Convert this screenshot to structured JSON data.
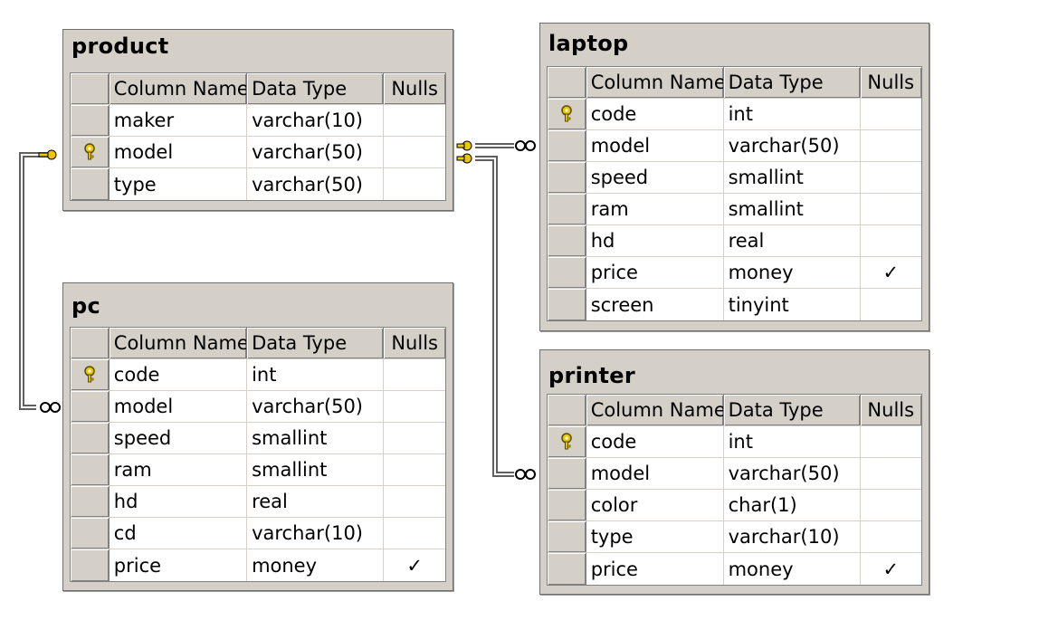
{
  "columns": {
    "name": "Column Name",
    "type": "Data Type",
    "nulls": "Nulls"
  },
  "tables": {
    "product": {
      "title": "product",
      "rows": [
        {
          "name": "maker",
          "type": "varchar(10)",
          "nulls": ""
        },
        {
          "name": "model",
          "type": "varchar(50)",
          "nulls": "",
          "key": true
        },
        {
          "name": "type",
          "type": "varchar(50)",
          "nulls": ""
        }
      ]
    },
    "pc": {
      "title": "pc",
      "rows": [
        {
          "name": "code",
          "type": "int",
          "nulls": "",
          "key": true
        },
        {
          "name": "model",
          "type": "varchar(50)",
          "nulls": ""
        },
        {
          "name": "speed",
          "type": "smallint",
          "nulls": ""
        },
        {
          "name": "ram",
          "type": "smallint",
          "nulls": ""
        },
        {
          "name": "hd",
          "type": "real",
          "nulls": ""
        },
        {
          "name": "cd",
          "type": "varchar(10)",
          "nulls": ""
        },
        {
          "name": "price",
          "type": "money",
          "nulls": "✓"
        }
      ]
    },
    "laptop": {
      "title": "laptop",
      "rows": [
        {
          "name": "code",
          "type": "int",
          "nulls": "",
          "key": true
        },
        {
          "name": "model",
          "type": "varchar(50)",
          "nulls": ""
        },
        {
          "name": "speed",
          "type": "smallint",
          "nulls": ""
        },
        {
          "name": "ram",
          "type": "smallint",
          "nulls": ""
        },
        {
          "name": "hd",
          "type": "real",
          "nulls": ""
        },
        {
          "name": "price",
          "type": "money",
          "nulls": "✓"
        },
        {
          "name": "screen",
          "type": "tinyint",
          "nulls": ""
        }
      ]
    },
    "printer": {
      "title": "printer",
      "rows": [
        {
          "name": "code",
          "type": "int",
          "nulls": "",
          "key": true
        },
        {
          "name": "model",
          "type": "varchar(50)",
          "nulls": ""
        },
        {
          "name": "color",
          "type": "char(1)",
          "nulls": ""
        },
        {
          "name": "type",
          "type": "varchar(10)",
          "nulls": ""
        },
        {
          "name": "price",
          "type": "money",
          "nulls": "✓"
        }
      ]
    }
  },
  "colors": {
    "panel": "#d4d0c8",
    "key_icon": "#e8c800",
    "connector": "#606060"
  }
}
